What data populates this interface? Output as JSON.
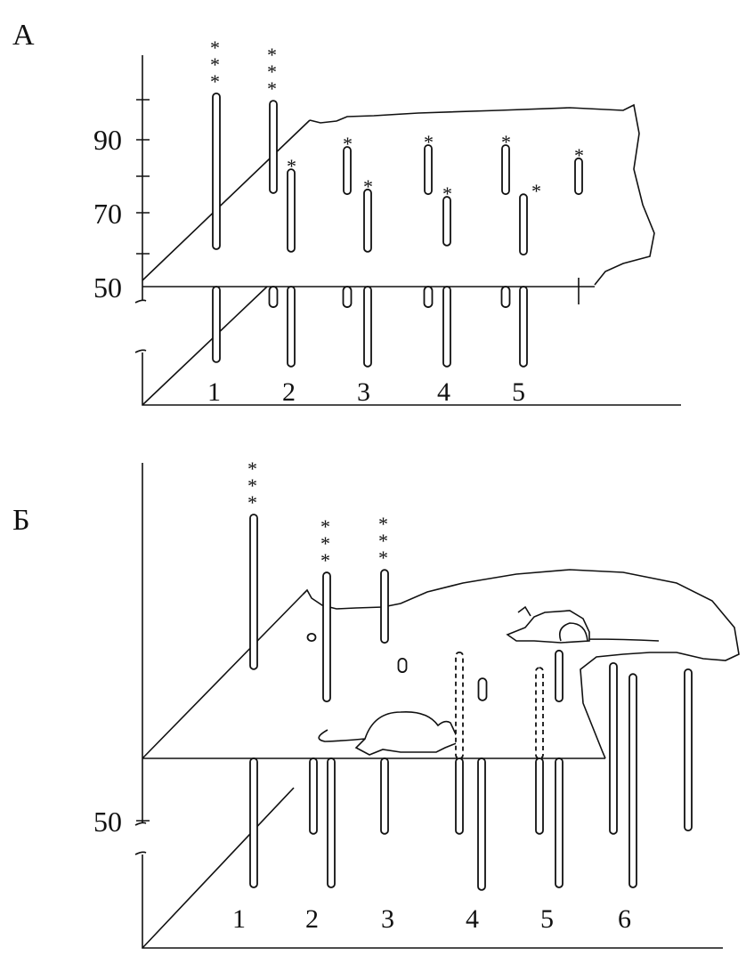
{
  "chart_data": [
    {
      "type": "bar",
      "panel_label": "А",
      "ytick_labels": [
        "90",
        "70",
        "50"
      ],
      "yticks": [
        90,
        70,
        50
      ],
      "categories": [
        "1",
        "2",
        "3",
        "4",
        "5"
      ],
      "grid": false,
      "bars": [
        {
          "low": 60.2,
          "high": 102.7,
          "stars": "***"
        },
        {
          "low": 29.4,
          "high": 50
        },
        {
          "low": 75.5,
          "high": 100.7,
          "stars": "***"
        },
        {
          "low": 44.4,
          "high": 50
        },
        {
          "low": 59.5,
          "high": 82,
          "stars": "*"
        },
        {
          "low": 28.2,
          "high": 50
        },
        {
          "low": 75.2,
          "high": 88.1,
          "stars": "*"
        },
        {
          "low": 44.4,
          "high": 50
        },
        {
          "low": 59.5,
          "high": 76.5,
          "stars": "*"
        },
        {
          "low": 28.2,
          "high": 50
        },
        {
          "low": 75.2,
          "high": 88.6,
          "stars": "*"
        },
        {
          "low": 44.4,
          "high": 50
        },
        {
          "low": 61.2,
          "high": 74.5,
          "stars": "*"
        },
        {
          "low": 28.2,
          "high": 50
        },
        {
          "low": 75.2,
          "high": 88.6,
          "stars": "*"
        },
        {
          "low": 44.4,
          "high": 50
        },
        {
          "low": 58.7,
          "high": 75.2,
          "stars": "*"
        },
        {
          "low": 28.2,
          "high": 50
        },
        {
          "low": 75.2,
          "high": 85,
          "stars": "*"
        }
      ]
    },
    {
      "type": "bar",
      "panel_label": "Б",
      "ytick_labels": [
        "50"
      ],
      "yticks": [
        50
      ],
      "categories": [
        "1",
        "2",
        "3",
        "4",
        "5",
        "6"
      ],
      "grid": false,
      "bars": [
        {
          "low": 91.3,
          "high": 133.5,
          "stars": "***"
        },
        {
          "low": 31.8,
          "high": 67
        },
        {
          "low": 99,
          "high": 101
        },
        {
          "low": 46.4,
          "high": 67
        },
        {
          "low": 82.5,
          "high": 117.7,
          "stars": "***"
        },
        {
          "low": 31.8,
          "high": 67
        },
        {
          "low": 90.5,
          "high": 94.2
        },
        {
          "low": 98.5,
          "high": 118.4,
          "stars": "***"
        },
        {
          "low": 46.4,
          "high": 67
        },
        {
          "low": 67,
          "high": 95.9,
          "dashed": true
        },
        {
          "low": 46.4,
          "high": 67
        },
        {
          "low": 31.1,
          "high": 67
        },
        {
          "low": 82.8,
          "high": 88.8
        },
        {
          "low": 67,
          "high": 91.7,
          "dashed": true
        },
        {
          "low": 46.4,
          "high": 67
        },
        {
          "low": 82.5,
          "high": 96.4
        },
        {
          "low": 31.8,
          "high": 67
        },
        {
          "low": 46.4,
          "high": 93
        },
        {
          "low": 31.8,
          "high": 90
        },
        {
          "low": 47.3,
          "high": 91.3
        }
      ]
    }
  ]
}
